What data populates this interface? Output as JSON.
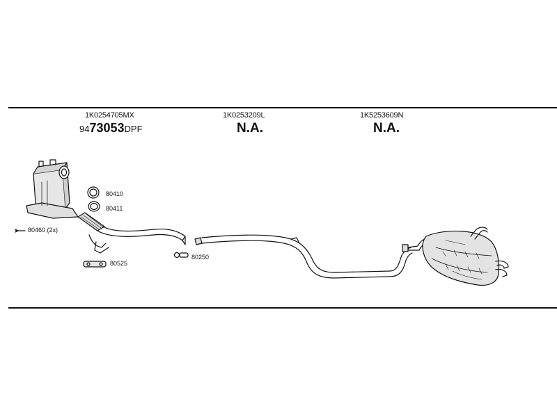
{
  "columns": [
    {
      "part_number": "1K0254705MX",
      "ref_prefix": "94",
      "ref_main": "73053",
      "ref_suffix": "DPF"
    },
    {
      "part_number": "1K0253209L",
      "status": "N.A."
    },
    {
      "part_number": "1K5253609N",
      "status": "N.A."
    }
  ],
  "callouts": {
    "gasket_a": "80410",
    "gasket_b": "80411",
    "bolts": "80460 (2x)",
    "bracket": "80525",
    "clamp": "80250"
  },
  "colors": {
    "line": "#111111",
    "background": "#ffffff",
    "part_fill": "#e6e6e6"
  }
}
